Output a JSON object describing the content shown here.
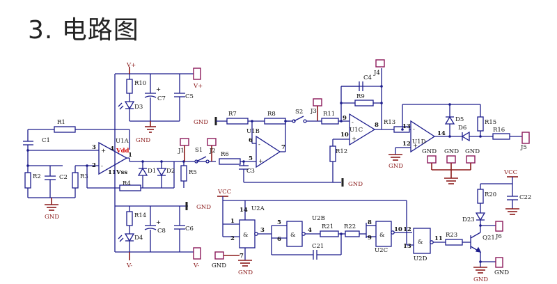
{
  "title": "3. 电路图",
  "labels": {
    "R1": "R1",
    "R2": "R2",
    "R3": "R3",
    "R4": "R4",
    "R5": "R5",
    "R6": "R6",
    "R7": "R7",
    "R8": "R8",
    "R9": "R9",
    "R10": "R10",
    "R11": "R11",
    "R12": "R12",
    "R13": "R13",
    "R14": "R14",
    "R15": "R15",
    "R16": "R16",
    "R20": "R20",
    "R21": "R21",
    "R22": "R22",
    "R23": "R23",
    "C1": "C1",
    "C2": "C2",
    "C3": "C3",
    "C4": "C4",
    "C5": "C5",
    "C6": "C6",
    "C7": "C7",
    "C8": "C8",
    "C21": "C21",
    "C22": "C22",
    "D1": "D1",
    "D2": "D2",
    "D3": "D3",
    "D4": "D4",
    "D5": "D5",
    "D6": "D6",
    "D23": "D23",
    "U1A": "U1A",
    "U1B": "U1B",
    "U1C": "U1C",
    "U1D": "U1D",
    "U2A": "U2A",
    "U2B": "U2B",
    "U2C": "U2C",
    "U2D": "U2D",
    "Q21": "Q21",
    "J1": "J1",
    "J2": "J2",
    "J3": "J3",
    "J4": "J4",
    "J5": "J5",
    "J6": "J6",
    "S1": "S1",
    "S2": "S2",
    "Vdd": "Vdd",
    "Vss": "Vss",
    "Vplus_top": "V+",
    "Vplus_term": "V+",
    "Vminus_bot": "V-",
    "Vminus_term": "V-",
    "GND": "GND",
    "VCC": "VCC",
    "and": "&",
    "plus": "+",
    "minus": "-",
    "pins": {
      "p1": "1",
      "p2": "2",
      "p3": "3",
      "p4": "4",
      "p5": "5",
      "p6": "6",
      "p7": "7",
      "p8": "8",
      "p9": "9",
      "p10": "10",
      "p11": "11",
      "p12": "12",
      "p13": "13",
      "p14": "14"
    }
  },
  "colors": {
    "wire": "#1c1c8c",
    "text": "#111111",
    "ground": "#8b1a1a",
    "terminal": "#8b1a5a",
    "vdd": "#d10000"
  }
}
